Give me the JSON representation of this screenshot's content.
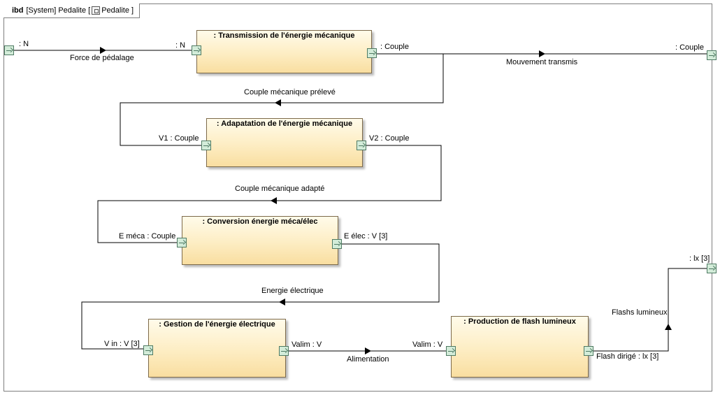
{
  "frame": {
    "keyword": "ibd",
    "context": "[System] Pedalite [",
    "icon": "block-icon",
    "name": "Pedalite",
    "close": "]"
  },
  "blocks": {
    "transmission": ": Transmission de l'énergie mécanique",
    "adaptation": ": Adapatation de l'énergie mécanique",
    "conversion": ": Conversion énergie méca/élec",
    "gestion": ": Gestion de l'énergie électrique",
    "production": ": Production de flash lumineux"
  },
  "ports": {
    "frame_in_n": ": N",
    "trans_in_n": ": N",
    "trans_out_couple": ": Couple",
    "frame_out_couple": ": Couple",
    "adapt_v1": "V1 : Couple",
    "adapt_v2": "V2 : Couple",
    "conv_e_meca": "E méca : Couple",
    "conv_e_elec": "E élec : V [3]",
    "gestion_vin": "V in : V [3]",
    "gestion_valim": "Valim : V",
    "prod_valim": "Valim : V",
    "prod_flash": "Flash dirigé : lx [3]",
    "frame_out_lx": ": lx [3]"
  },
  "connectors": {
    "force": "Force de pédalage",
    "mouvement": "Mouvement transmis",
    "couple_preleve": "Couple mécanique prélevé",
    "couple_adapte": "Couple mécanique adapté",
    "energie": "Energie électrique",
    "alimentation": "Alimentation",
    "flashs": "Flashs lumineux"
  }
}
